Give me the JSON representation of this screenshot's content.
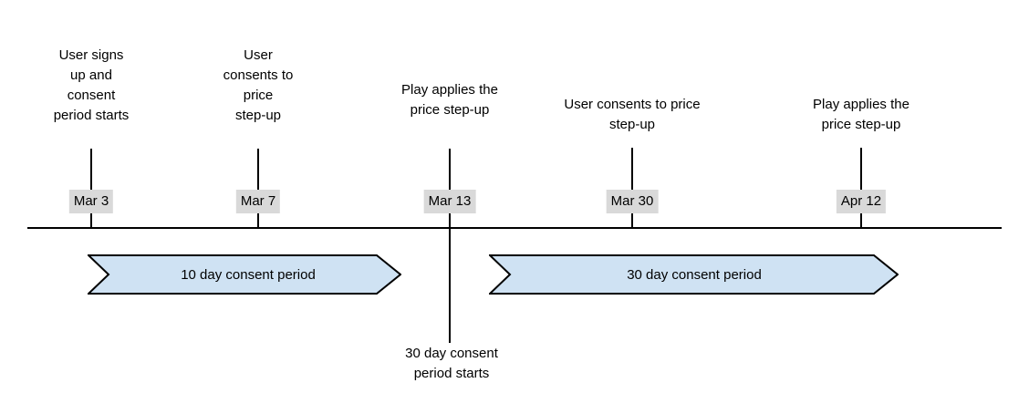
{
  "diagram": {
    "type": "timeline",
    "events": [
      {
        "date": "Mar 3",
        "description": "User signs\nup and\nconsent\nperiod starts"
      },
      {
        "date": "Mar 7",
        "description": "User\nconsents to\nprice\nstep-up"
      },
      {
        "date": "Mar 13",
        "description": "Play applies the\nprice step-up",
        "below_note": "30 day consent\nperiod starts"
      },
      {
        "date": "Mar 30",
        "description": "User consents to price\nstep-up"
      },
      {
        "date": "Apr 12",
        "description": "Play applies the\nprice step-up"
      }
    ],
    "periods": [
      {
        "label": "10 day consent period"
      },
      {
        "label": "30 day consent period"
      }
    ],
    "colors": {
      "period_banner_fill": "#cfe2f3",
      "period_banner_stroke": "#000000",
      "date_label_background": "#d9d9d9",
      "timeline_line": "#000000",
      "text": "#000000"
    }
  }
}
